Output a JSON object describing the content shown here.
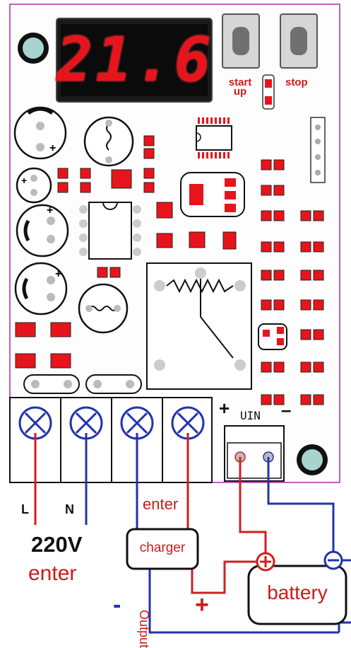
{
  "display": {
    "value": "21.6"
  },
  "buttons": {
    "start": "start\nup",
    "start_line1": "start",
    "start_line2": "up",
    "stop": "stop"
  },
  "power": {
    "uin": "UIN",
    "plus": "+",
    "minus": "–"
  },
  "wiring": {
    "L": "L",
    "N": "N",
    "voltage": "220V",
    "ac_enter": "enter",
    "charger_enter": "enter",
    "charger": "charger",
    "output": "Output",
    "plus": "+",
    "minus": "-",
    "battery": "battery"
  },
  "colors": {
    "board_outline": "#c060c0",
    "segment_red": "#e8141b",
    "wire_red": "#d01f1f",
    "wire_blue": "#2233aa",
    "text_red": "#cc1b1b"
  }
}
